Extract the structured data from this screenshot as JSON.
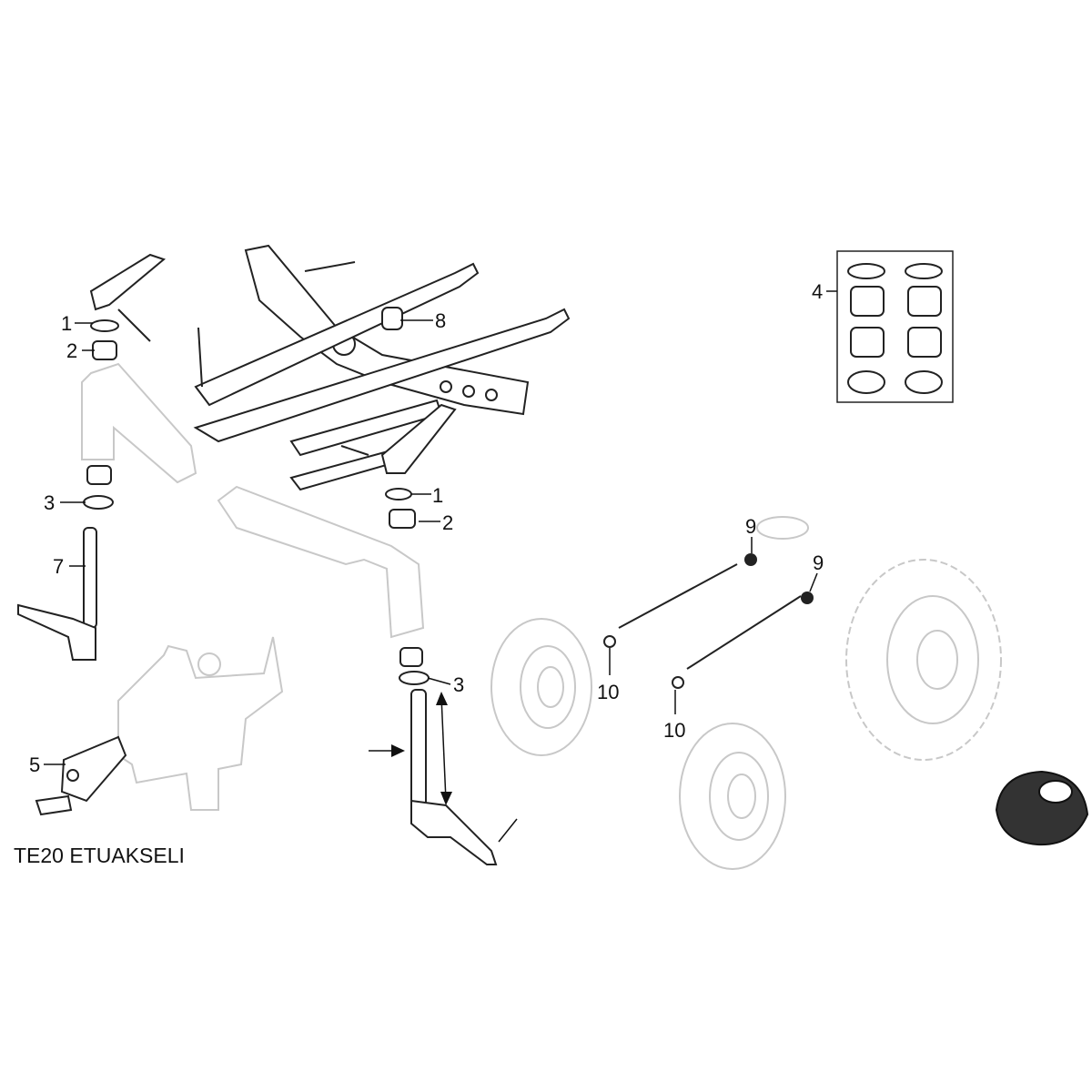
{
  "title": "TE20 ETUAKSELI",
  "callouts": {
    "c1a": "1",
    "c2a": "2",
    "c8": "8",
    "c4": "4",
    "c3a": "3",
    "c1b": "1",
    "c2b": "2",
    "c7": "7",
    "c9a": "9",
    "c9b": "9",
    "c10a": "10",
    "c3b": "3",
    "c10b": "10",
    "c5": "5"
  }
}
